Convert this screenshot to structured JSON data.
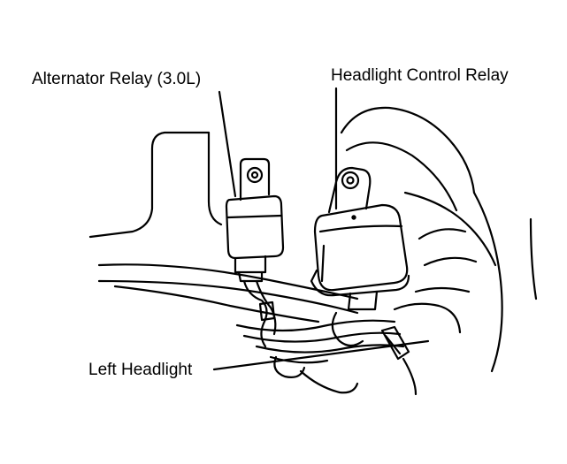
{
  "labels": {
    "alternator_relay": "Alternator Relay (3.0L)",
    "headlight_control_relay": "Headlight Control Relay",
    "left_headlight": "Left Headlight"
  },
  "colors": {
    "ink": "#000000",
    "paper": "#ffffff"
  }
}
